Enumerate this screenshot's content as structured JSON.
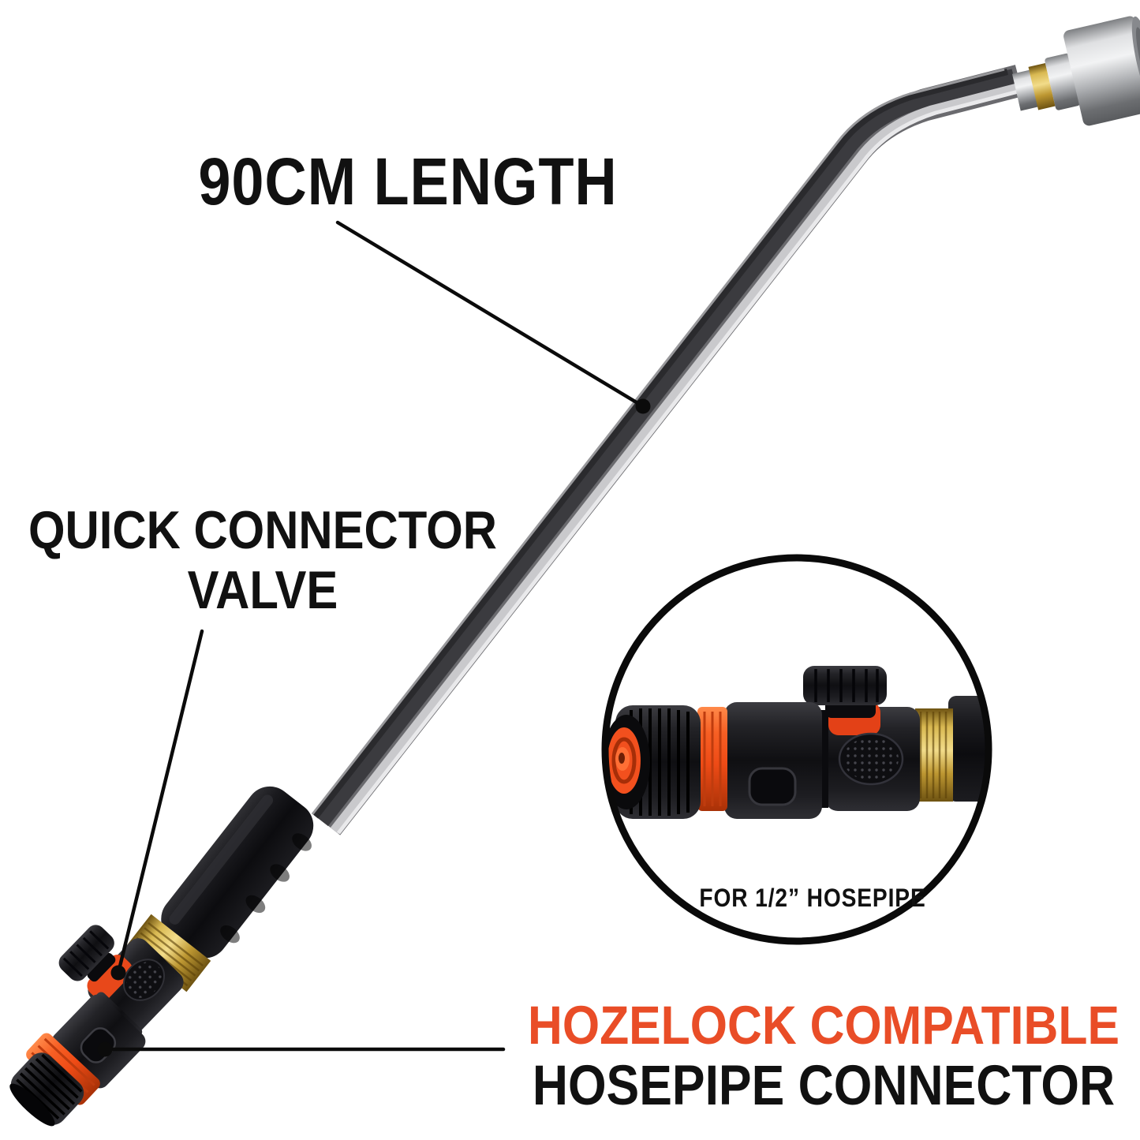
{
  "labels": {
    "length": "90CM LENGTH",
    "valve_line1": "QUICK CONNECTOR",
    "valve_line2": "VALVE",
    "inset_caption": "FOR 1/2” HOSEPIPE",
    "compat_line1": "HOZELOCK COMPATIBLE",
    "compat_line2": "HOSEPIPE CONNECTOR"
  },
  "colors": {
    "accent_orange": "#E94D27",
    "product_orange": "#F2501E",
    "text_black": "#111111",
    "brass_gold": "#C9A23C",
    "chrome_silver": "#C7C8CA",
    "plastic_black": "#151518"
  }
}
